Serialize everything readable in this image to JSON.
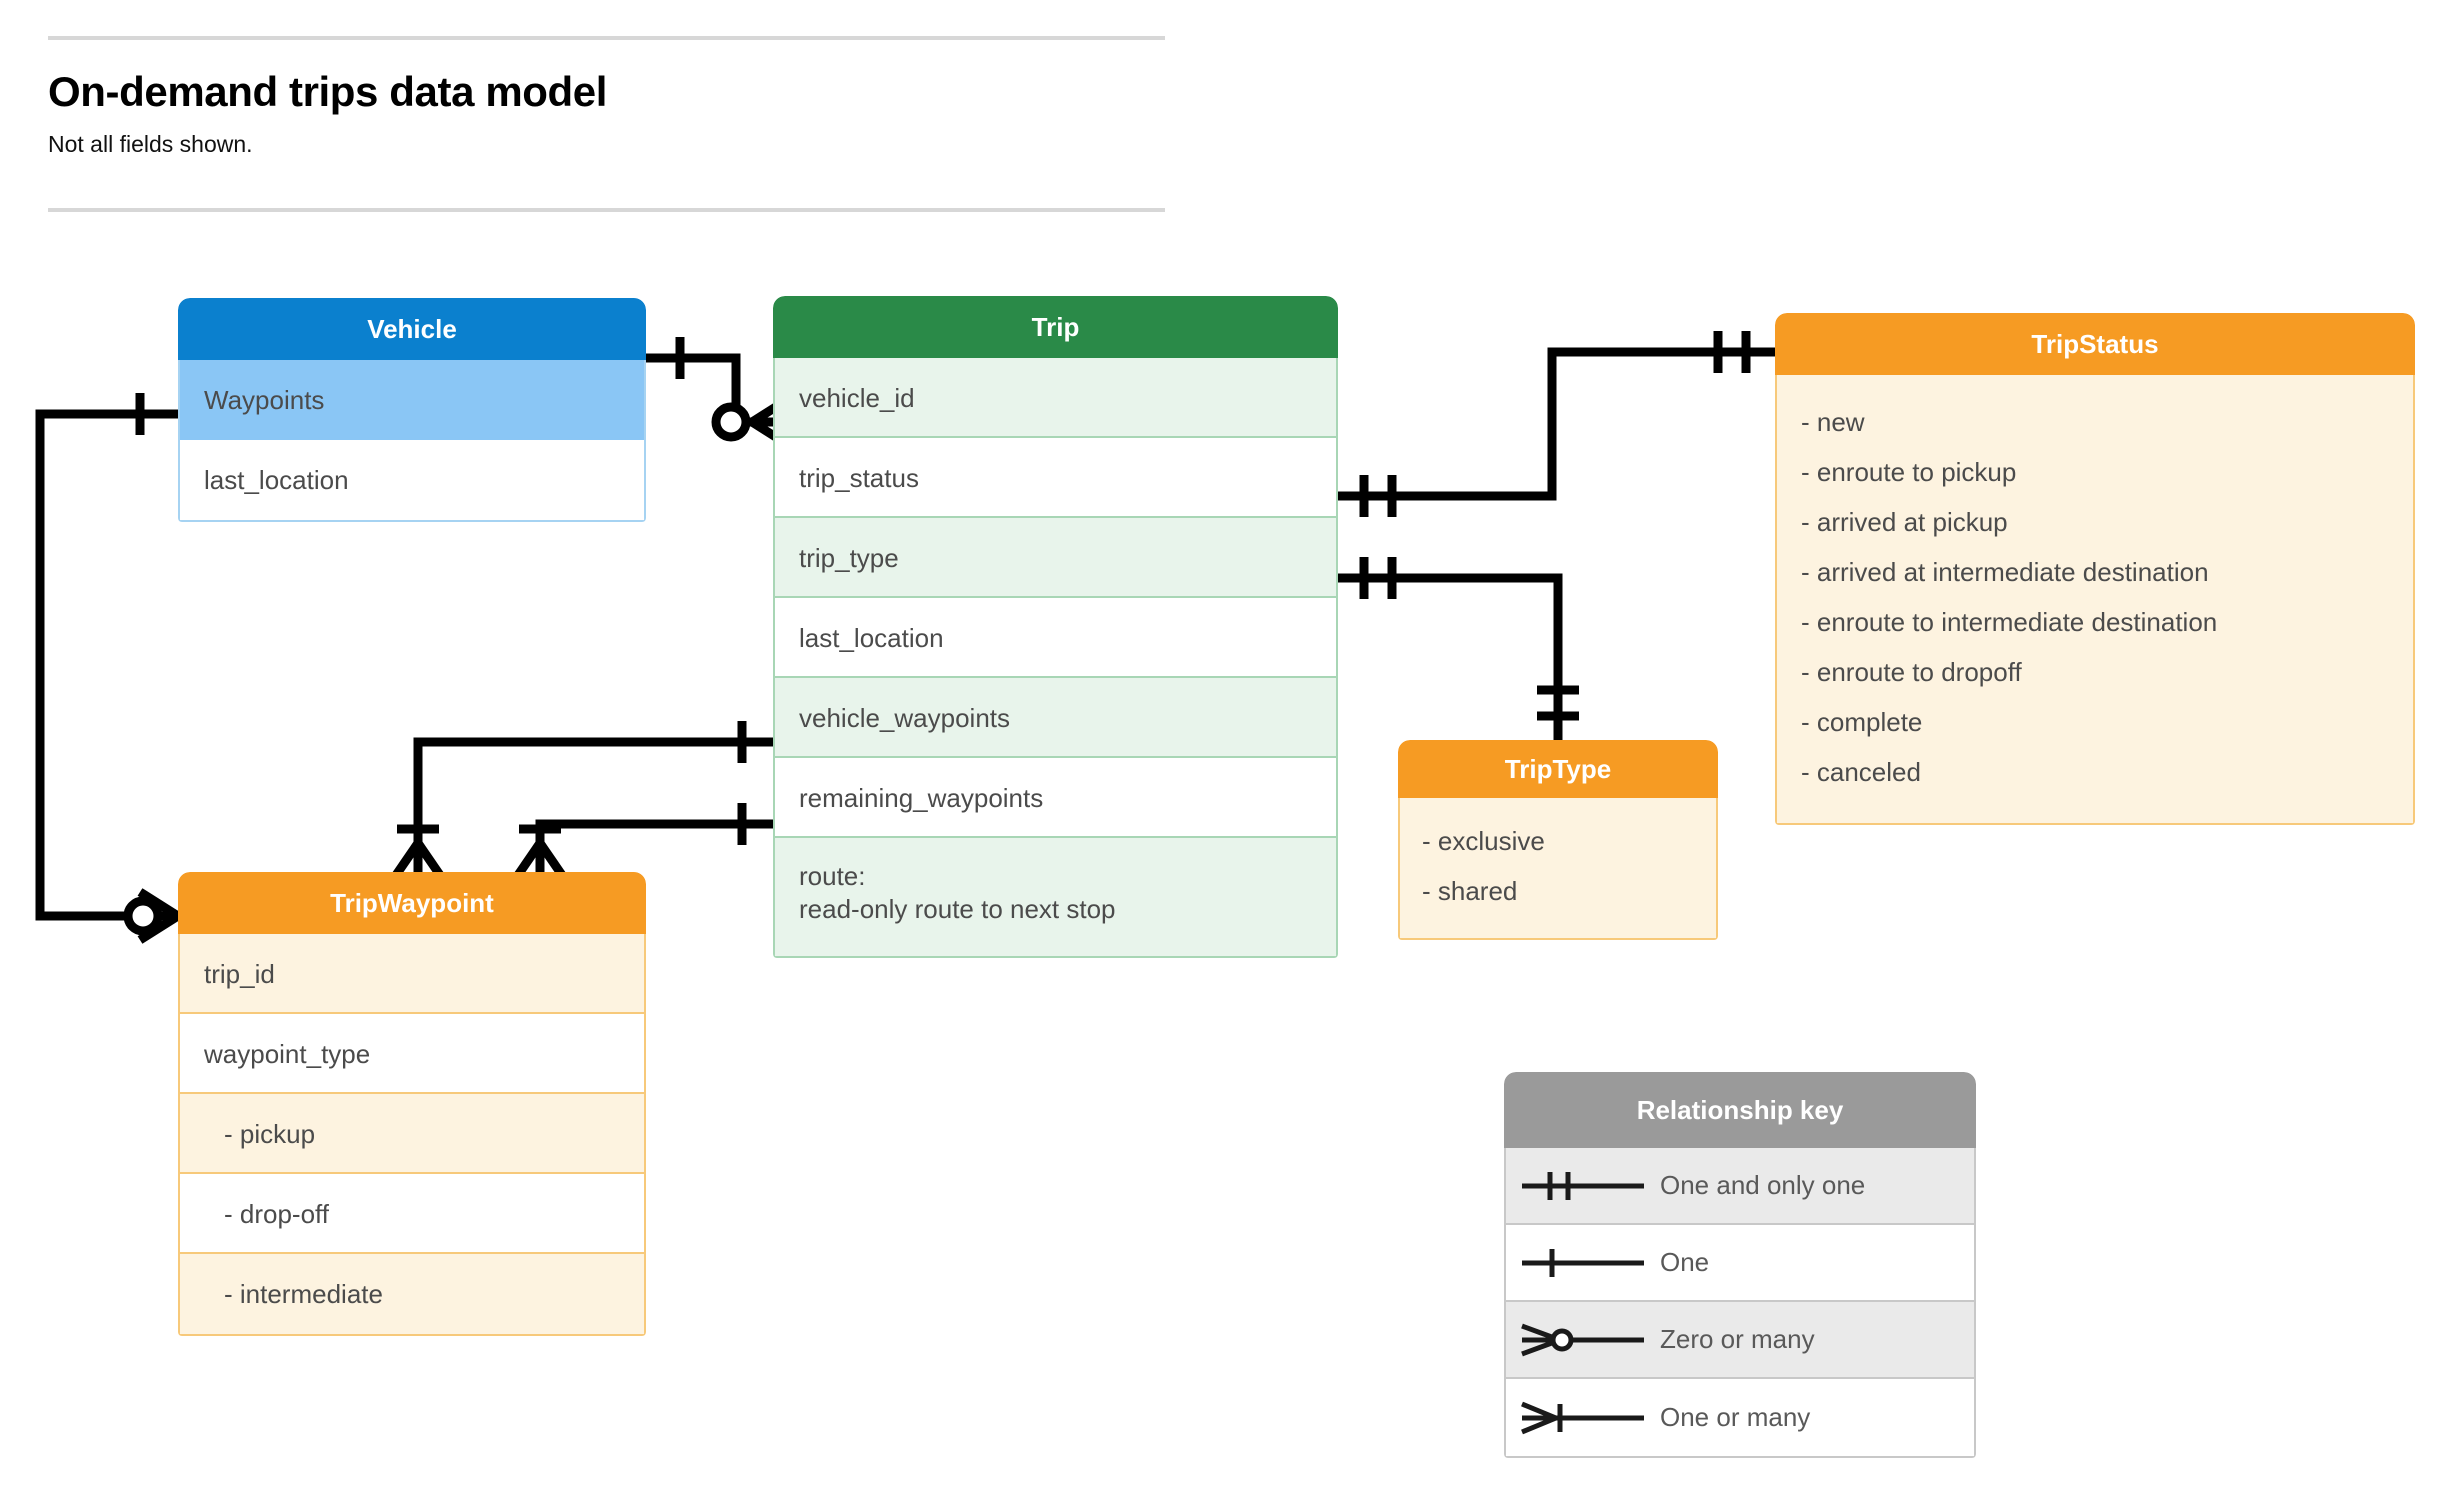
{
  "header": {
    "title": "On-demand trips data model",
    "subtitle": "Not all fields shown."
  },
  "entities": {
    "vehicle": {
      "name": "Vehicle",
      "header_color": "#0b80ce",
      "rows": [
        {
          "label": "Waypoints"
        },
        {
          "label": "last_location"
        }
      ]
    },
    "trip": {
      "name": "Trip",
      "header_color": "#2a8a48",
      "rows": [
        {
          "label": "vehicle_id"
        },
        {
          "label": "trip_status"
        },
        {
          "label": "trip_type"
        },
        {
          "label": "last_location"
        },
        {
          "label": "vehicle_waypoints"
        },
        {
          "label": "remaining_waypoints"
        },
        {
          "label_line1": "route:",
          "label_line2": "read-only route to next stop"
        }
      ]
    },
    "trip_status": {
      "name": "TripStatus",
      "header_color": "#f69b23",
      "values": [
        "- new",
        "- enroute to pickup",
        "- arrived at pickup",
        "- arrived at intermediate destination",
        "- enroute to intermediate destination",
        "- enroute to dropoff",
        "- complete",
        "- canceled"
      ]
    },
    "trip_type": {
      "name": "TripType",
      "header_color": "#f69b23",
      "values": [
        "- exclusive",
        "- shared"
      ]
    },
    "trip_waypoint": {
      "name": "TripWaypoint",
      "header_color": "#f69b23",
      "rows": [
        {
          "label": "trip_id"
        },
        {
          "label": "waypoint_type"
        },
        {
          "label": "-  pickup"
        },
        {
          "label": "-  drop-off"
        },
        {
          "label": "-  intermediate"
        }
      ]
    }
  },
  "relationship_key": {
    "title": "Relationship key",
    "header_color": "#9a9a9a",
    "rows": [
      {
        "symbol": "one-and-only-one-icon",
        "label": "One and only one"
      },
      {
        "symbol": "one-icon",
        "label": "One"
      },
      {
        "symbol": "zero-or-many-icon",
        "label": "Zero or many"
      },
      {
        "symbol": "one-or-many-icon",
        "label": "One or many"
      }
    ]
  },
  "relationships": [
    {
      "from": "Vehicle",
      "from_cardinality": "one",
      "to": "Trip.vehicle_id",
      "to_cardinality": "zero or many"
    },
    {
      "from": "Vehicle.Waypoints",
      "from_cardinality": "one",
      "to": "TripWaypoint",
      "to_cardinality": "zero or many"
    },
    {
      "from": "Trip.trip_status",
      "from_cardinality": "one and only one",
      "to": "TripStatus",
      "to_cardinality": "one and only one"
    },
    {
      "from": "Trip.trip_type",
      "from_cardinality": "one and only one",
      "to": "TripType",
      "to_cardinality": "one and only one"
    },
    {
      "from": "Trip.vehicle_waypoints",
      "from_cardinality": "one",
      "to": "TripWaypoint",
      "to_cardinality": "one or many"
    },
    {
      "from": "Trip.remaining_waypoints",
      "from_cardinality": "one",
      "to": "TripWaypoint",
      "to_cardinality": "one or many"
    }
  ]
}
